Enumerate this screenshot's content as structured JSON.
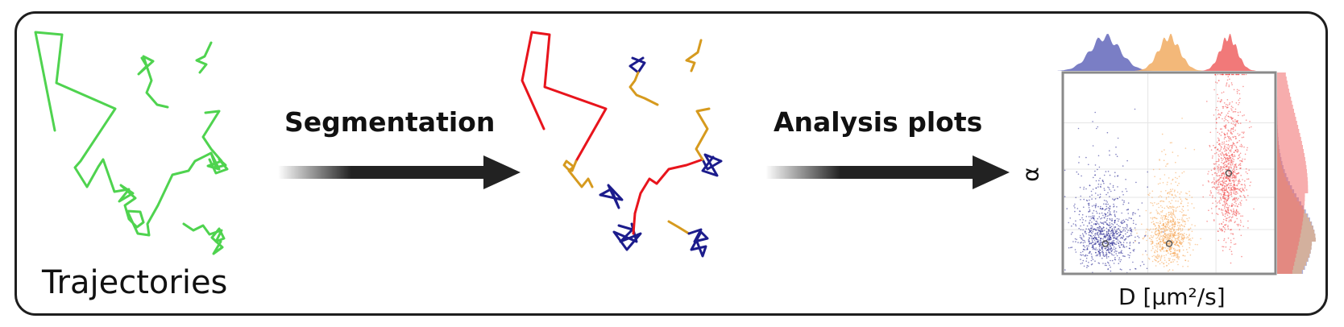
{
  "labels": {
    "trajectories": "Trajectories",
    "segmentation": "Segmentation",
    "analysis": "Analysis plots",
    "x_axis": "D [µm²/s]",
    "y_axis": "α"
  },
  "colors": {
    "raw": "#4fd34f",
    "immobile": "#1c1c8c",
    "slow": "#d69a1e",
    "fast": "#e8141c",
    "blue_hist": "#6b70bf",
    "orange_hist": "#f2b06a",
    "red_hist": "#f06a6a",
    "arrow": "#222222",
    "frame": "#1e1e1e"
  },
  "chart_data": {
    "type": "scatter",
    "xlabel": "D [µm²/s]",
    "ylabel": "α",
    "grid": true,
    "series": [
      {
        "color": "#1c1c8c",
        "center": [
          0.2,
          0.15
        ],
        "spread": [
          0.07,
          0.15
        ],
        "n": 900
      },
      {
        "color": "#f5a04a",
        "center": [
          0.5,
          0.15
        ],
        "spread": [
          0.05,
          0.14
        ],
        "n": 800
      },
      {
        "color": "#f04040",
        "center": [
          0.78,
          0.4
        ],
        "spread": [
          0.04,
          0.28
        ],
        "n": 1000
      }
    ]
  }
}
